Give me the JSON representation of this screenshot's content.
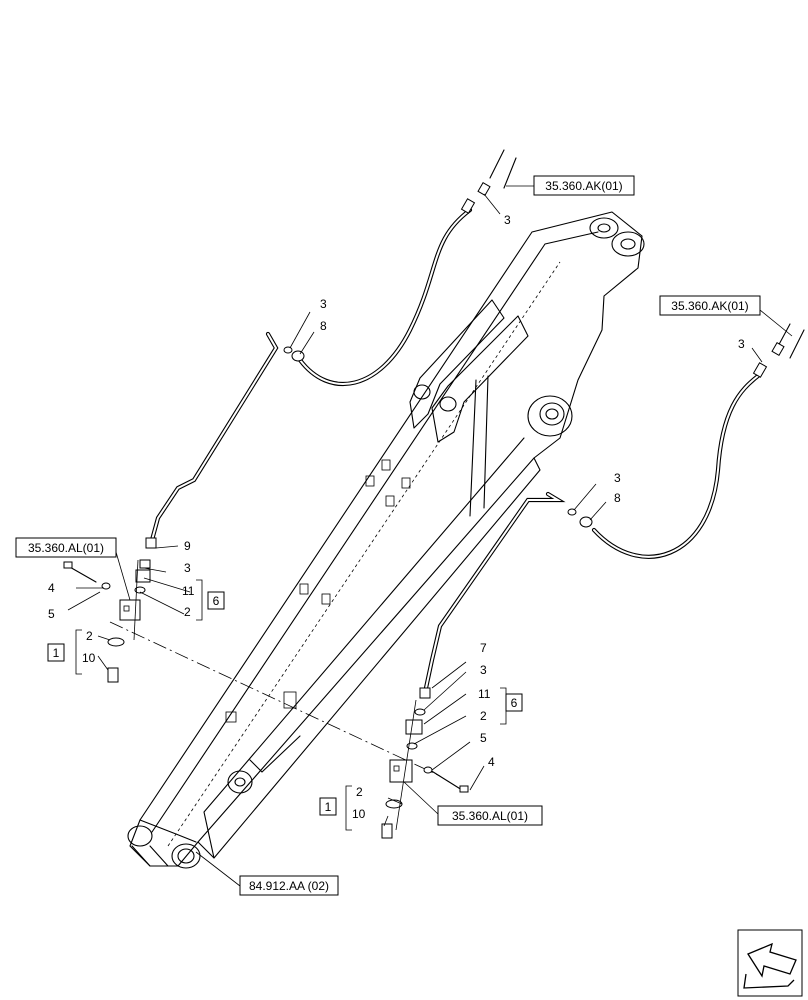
{
  "references": {
    "ak_top": "35.360.AK(01)",
    "ak_right": "35.360.AK(01)",
    "al_left": "35.360.AL(01)",
    "al_bottom": "35.360.AL(01)",
    "aa_bottom": "84.912.AA (02)"
  },
  "callouts": {
    "top_3": "3",
    "left_hose_3": "3",
    "left_hose_8": "8",
    "right_top_3": "3",
    "right_hose_3": "3",
    "right_hose_8": "8",
    "left_9": "9",
    "left_3": "3",
    "left_11": "11",
    "left_2": "2",
    "left_4": "4",
    "left_5": "5",
    "left_kit_2": "2",
    "left_kit_10": "10",
    "right_7": "7",
    "right_3": "3",
    "right_11": "11",
    "right_2": "2",
    "right_5": "5",
    "right_4": "4",
    "right_kit_2": "2",
    "right_kit_10": "10"
  },
  "kits": {
    "left_kit_1": "1",
    "left_kit_6": "6",
    "right_kit_1": "1",
    "right_kit_6": "6"
  },
  "icons": {
    "navigation": "next-page-arrow-icon"
  }
}
